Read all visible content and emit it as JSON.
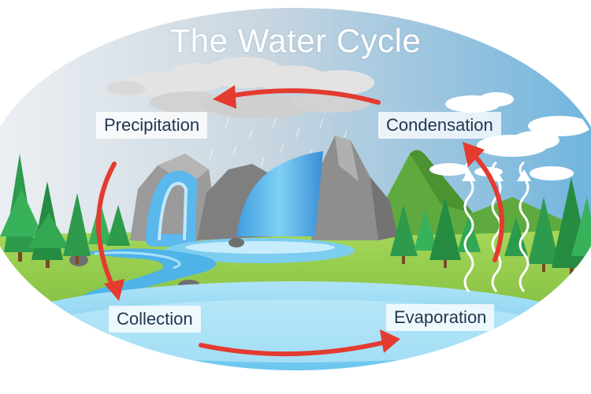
{
  "diagram": {
    "title": "The Water Cycle",
    "stages": {
      "precipitation": "Precipitation",
      "condensation": "Condensation",
      "collection": "Collection",
      "evaporation": "Evaporation"
    },
    "colors": {
      "arrow": "#e33b2f",
      "sky_left": "#e9eef3",
      "sky_right": "#6fb6de",
      "grass": "#8fc94a",
      "lake": "#7fd0f2",
      "rock": "#8a8a8a",
      "pine": "#2e9a4c"
    }
  }
}
